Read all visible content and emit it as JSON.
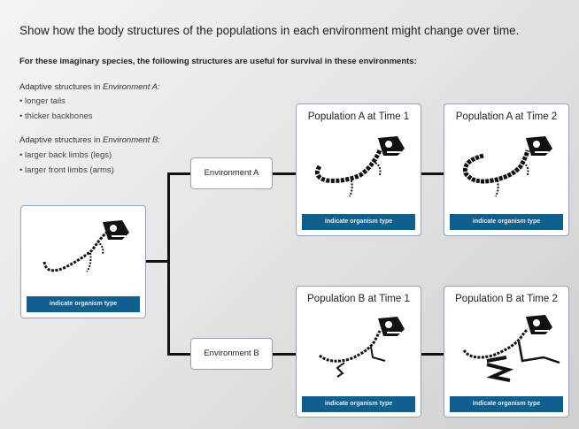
{
  "title": "Show how the body structures of the populations in each environment might change over time.",
  "subtitle": "For these imaginary species, the following structures are useful for survival in these environments:",
  "env_a_info": {
    "heading": "Adaptive structures in ",
    "heading_em": "Environment A:",
    "items": [
      "• longer tails",
      "• thicker backbones"
    ]
  },
  "env_b_info": {
    "heading": "Adaptive structures in ",
    "heading_em": "Environment B:",
    "items": [
      "• larger back limbs (legs)",
      "• larger front limbs (arms)"
    ]
  },
  "environments": {
    "a": "Environment A",
    "b": "Environment B"
  },
  "cards": {
    "initial": {
      "button": "indicate organism type"
    },
    "a1": {
      "title": "Population A at Time 1",
      "button": "indicate organism type"
    },
    "a2": {
      "title": "Population A at Time 2",
      "button": "indicate organism type"
    },
    "b1": {
      "title": "Population B at Time 1",
      "button": "indicate organism type"
    },
    "b2": {
      "title": "Population B at Time 2",
      "button": "indicate organism type"
    }
  },
  "colors": {
    "button": "#0f5f8f",
    "border": "#8aa3c8"
  }
}
